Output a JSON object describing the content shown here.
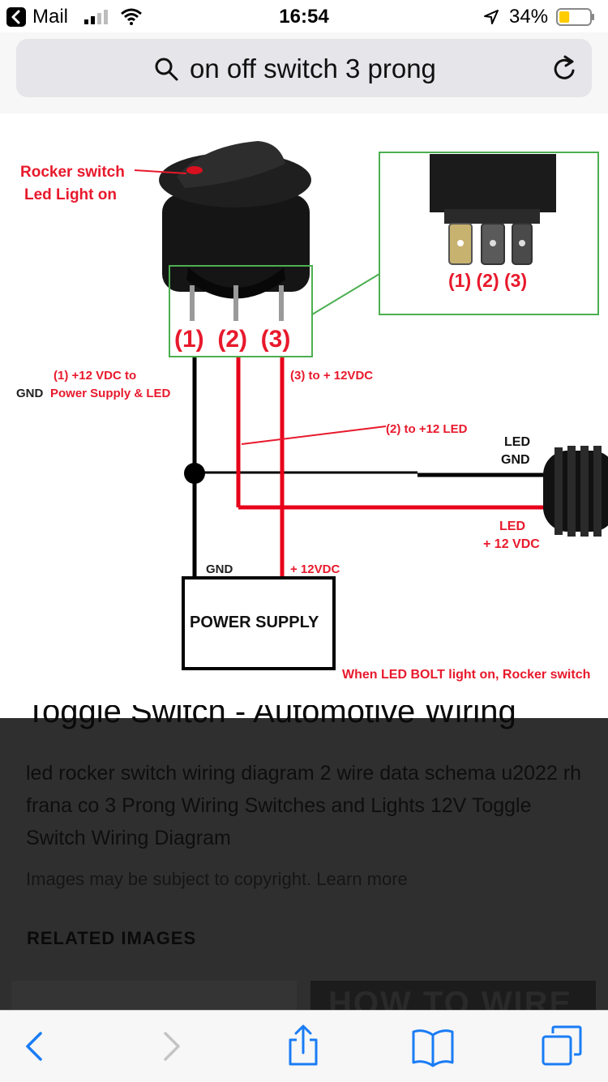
{
  "status_bar": {
    "back_app": "Mail",
    "time": "16:54",
    "battery_percent": "34%",
    "battery_level": 0.34,
    "battery_color": "#ffcc00"
  },
  "url_bar": {
    "query": "on off switch 3 prong",
    "icons": {
      "search": "search-icon",
      "reload": "reload-icon"
    }
  },
  "diagram": {
    "rocker_label_line1": "Rocker switch",
    "rocker_label_line2": "Led Light on",
    "pins_main": "(1)  (2)  (3)",
    "pins_inset": "(1) (2) (3)",
    "pin1_label_line1": "(1) +12 VDC to",
    "pin1_label_gnd": "GND",
    "pin1_label_line2": "Power Supply & LED",
    "pin3_label": "(3) to + 12VDC",
    "pin2_label": "(2) to +12 LED",
    "led_gnd_line1": "LED",
    "led_gnd_line2": "GND",
    "led_pos_line1": "LED",
    "led_pos_line2": "+ 12 VDC",
    "ps_gnd_label": "GND",
    "ps_pos_label": "+ 12VDC",
    "power_supply_label": "POWER SUPPLY",
    "footer_note": "When LED BOLT  light on, Rocker switch",
    "colors": {
      "red": "#e8001a",
      "black": "#000000",
      "green_box": "#4caf50",
      "label_red": "#e8192c"
    }
  },
  "result": {
    "title": "Toggle Switch - Automotive Wiring",
    "description": "led rocker switch wiring diagram 2 wire data schema u2022 rh frana co 3 Prong Wiring Switches and Lights 12V Toggle Switch Wiring Diagram",
    "copyright": "Images may be subject to copyright. Learn more",
    "related_heading": "RELATED IMAGES",
    "related_thumb_text": "HOW TO WIRE"
  },
  "toolbar": {
    "icons": [
      "back-icon",
      "forward-icon",
      "share-icon",
      "bookmarks-icon",
      "tabs-icon"
    ],
    "tint": "#1a7cf5"
  }
}
